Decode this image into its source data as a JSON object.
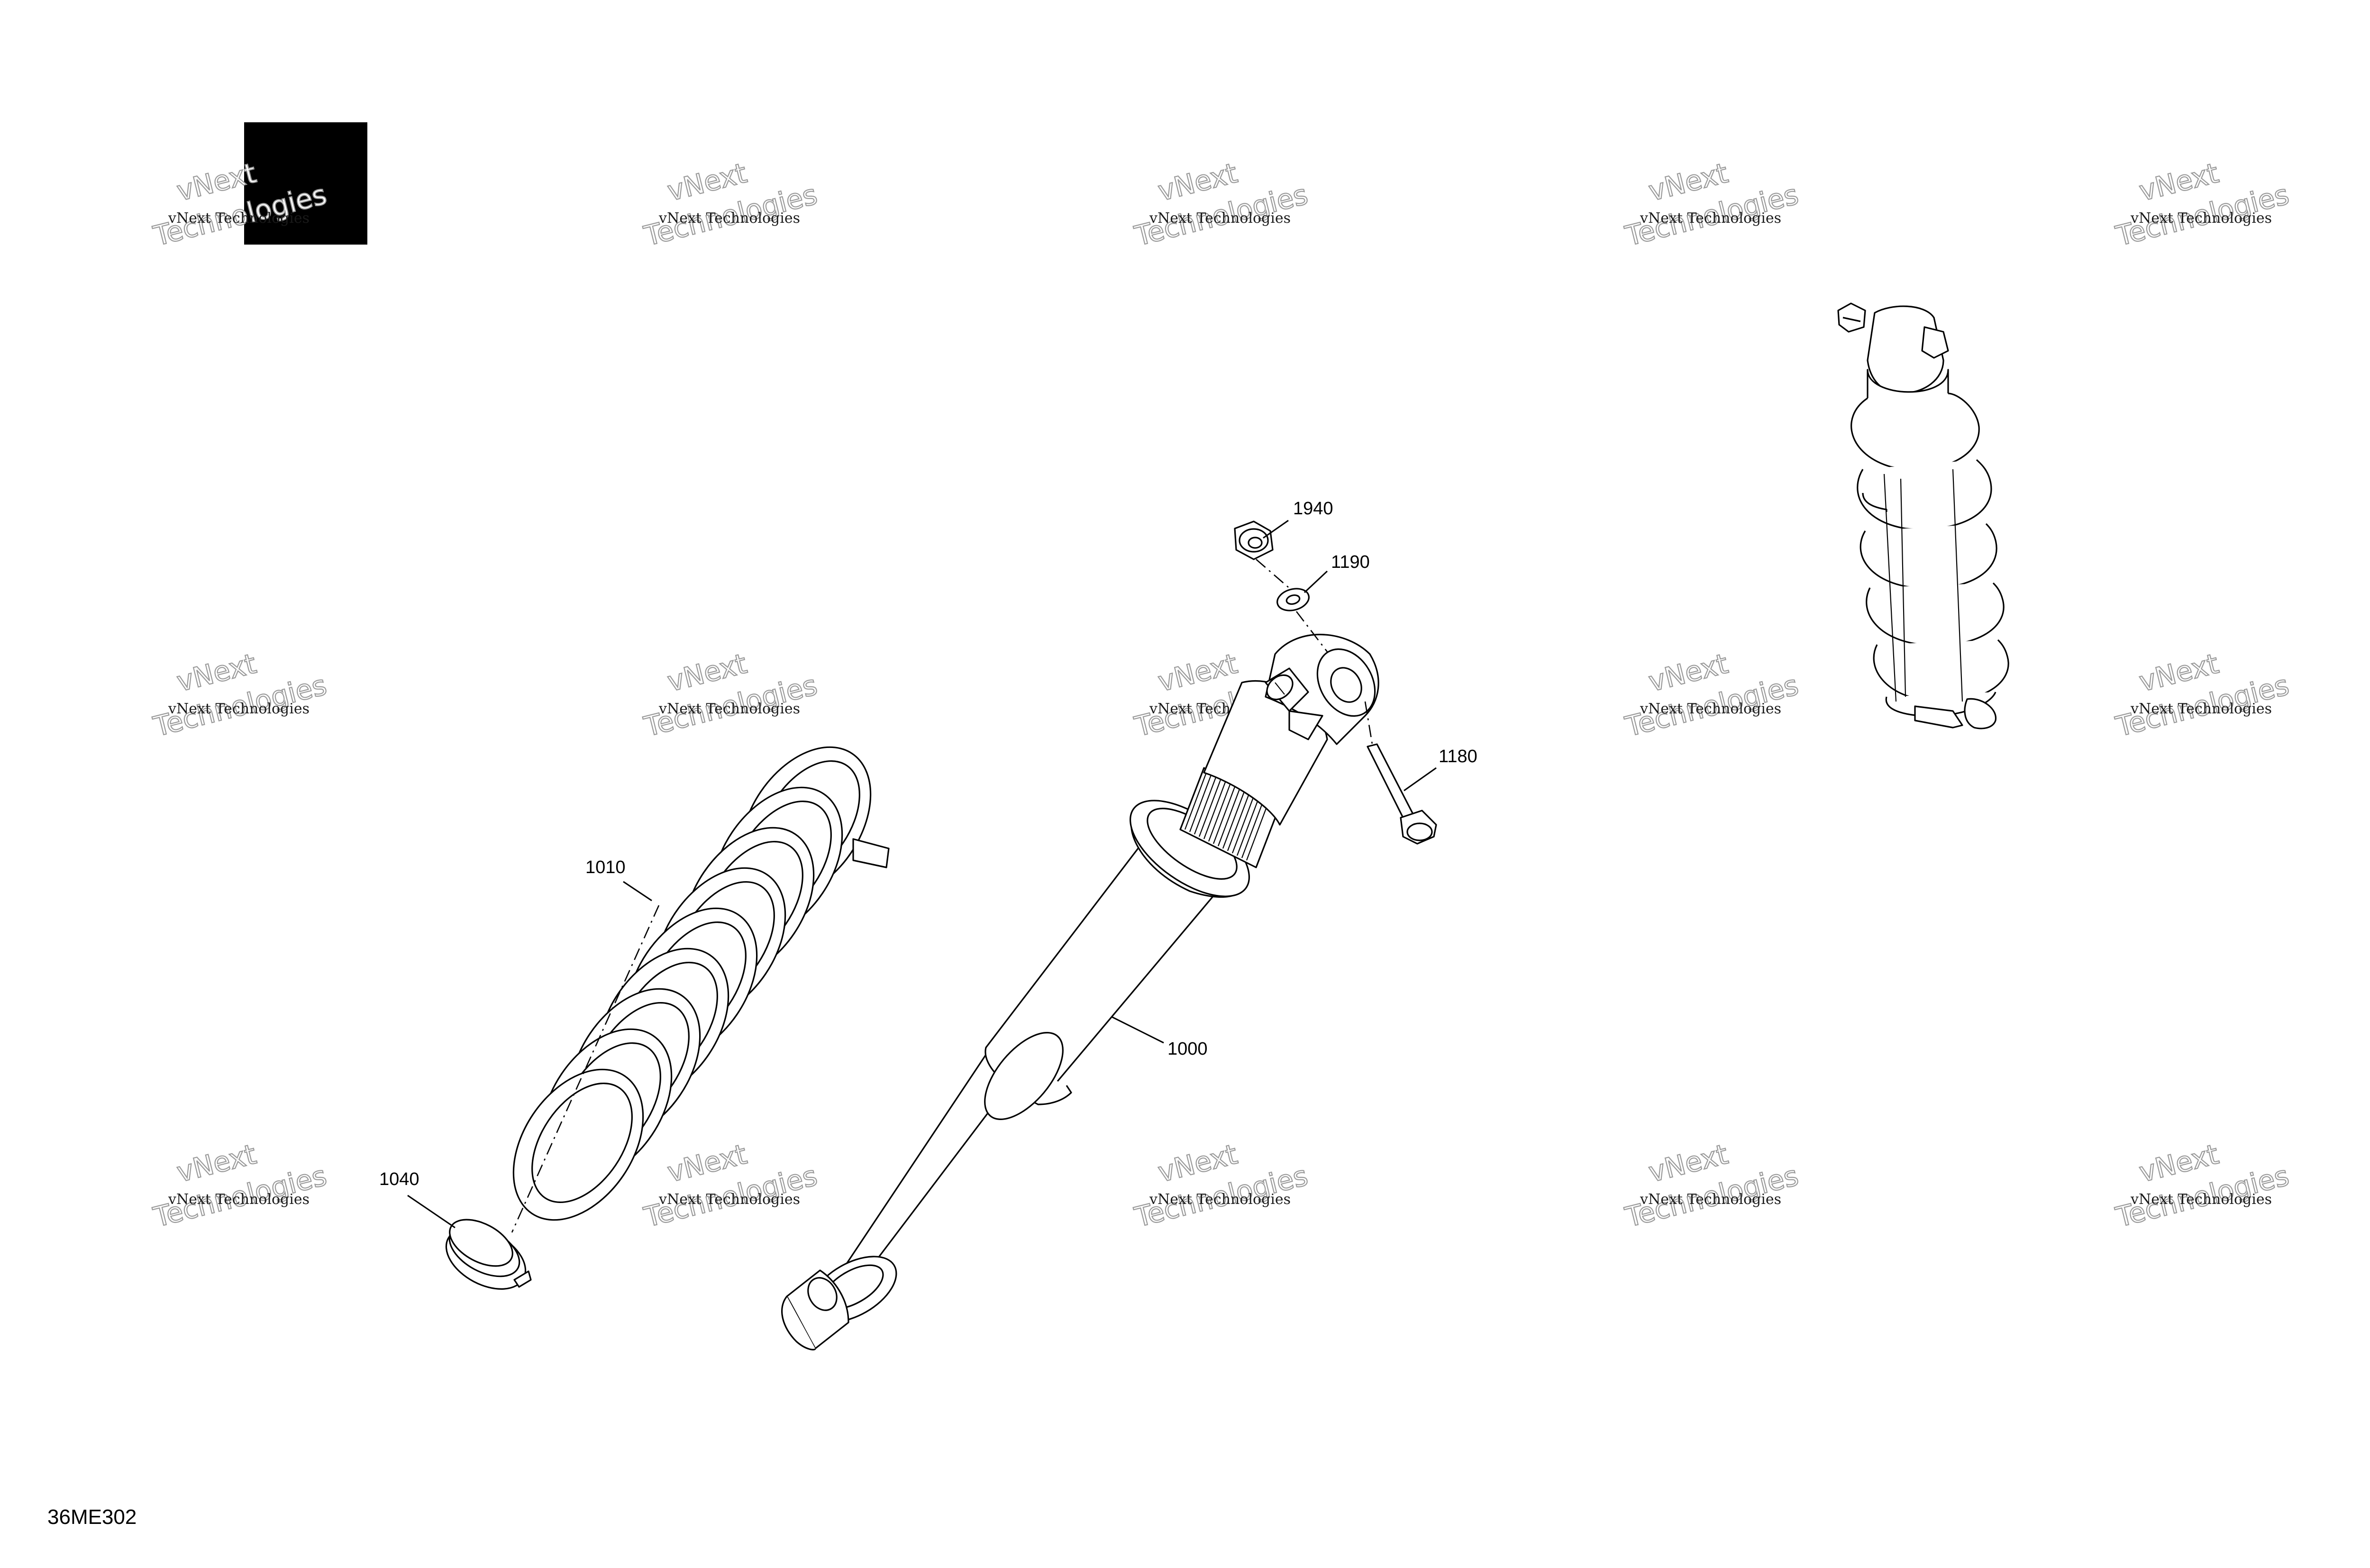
{
  "watermark": {
    "line1": "vNext Technologies",
    "line2": "vNext",
    "line3": "Technologies"
  },
  "callouts": {
    "shock_absorber": "1000",
    "spring": "1010",
    "spring_stopper": "1040",
    "screw": "1180",
    "washer": "1190",
    "nut": "1940"
  },
  "reference_code": "36ME302",
  "colors": {
    "ink": "#000000",
    "watermark_outline": "#9a9a9a"
  }
}
